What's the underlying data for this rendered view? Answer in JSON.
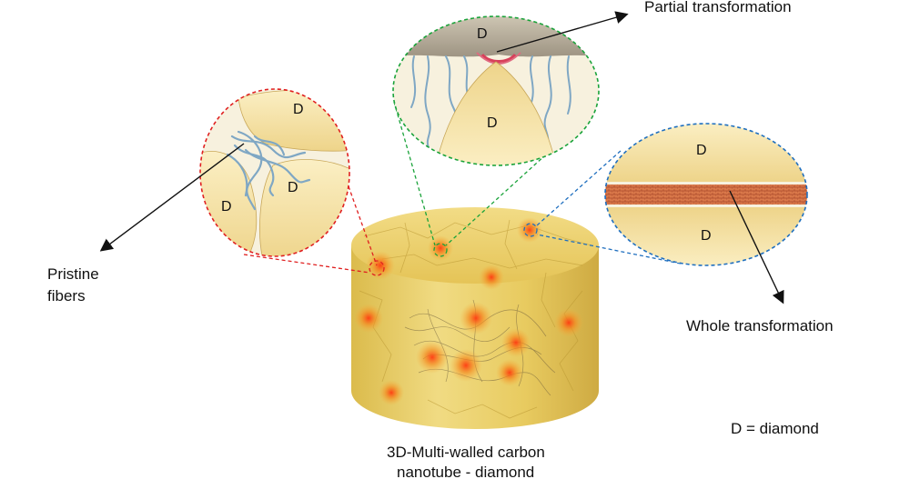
{
  "labels": {
    "partial": "Partial transformation",
    "pristine_line1": "Pristine",
    "pristine_line2": "fibers",
    "whole": "Whole transformation",
    "legend": "D = diamond",
    "caption_line1": "3D-Multi-walled carbon",
    "caption_line2": "nanotube - diamond"
  },
  "diamond_marker": "D",
  "colors": {
    "red_callout": "#e02020",
    "green_callout": "#1aa33a",
    "blue_callout": "#1f6fbf",
    "diamond_fill": "#f1d98a",
    "cylinder_fill": "#e8c44a",
    "fiber": "#7fa7c4",
    "hotspot": "#f26a1b"
  }
}
